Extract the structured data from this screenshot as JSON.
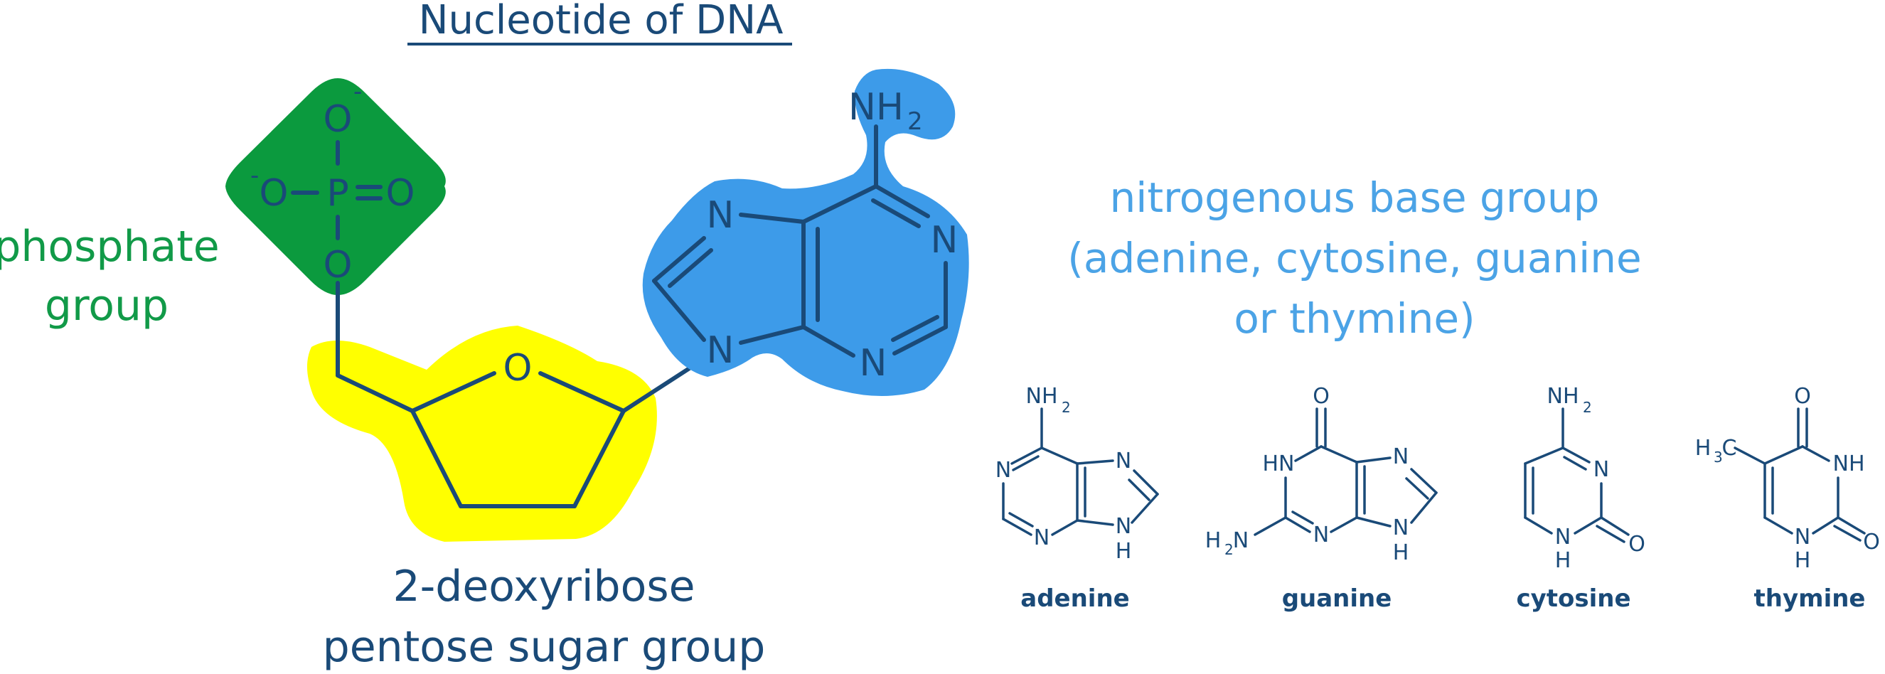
{
  "title": "Nucleotide of DNA",
  "phosphate": {
    "label_line1": "phosphate",
    "label_line2": "group",
    "atom_o_top": "O",
    "atom_o_left": "O",
    "atom_p": "P",
    "atom_o_right": "O",
    "atom_o_bottom": "O",
    "charge": "-",
    "color": "#0b9a3e"
  },
  "sugar": {
    "label_line1": "2-deoxyribose",
    "label_line2": "pentose sugar group",
    "atom_o": "O",
    "color": "#ffff00"
  },
  "base_group": {
    "label_line1": "nitrogenous base group",
    "label_line2": "(adenine, cytosine, guanine",
    "label_line3": "or thymine)",
    "atom_n": "N",
    "amine": "NH",
    "amine_sub": "2",
    "color": "#3d9be9"
  },
  "bases": [
    {
      "name": "adenine"
    },
    {
      "name": "guanine"
    },
    {
      "name": "cytosine"
    },
    {
      "name": "thymine"
    }
  ],
  "atoms": {
    "N": "N",
    "H": "H",
    "O": "O",
    "NH": "NH",
    "HN": "HN",
    "H2N_h": "H",
    "H2N_n": "N",
    "sub2": "2",
    "H3C_h": "H",
    "H3C_c": "C",
    "sub3": "3"
  }
}
